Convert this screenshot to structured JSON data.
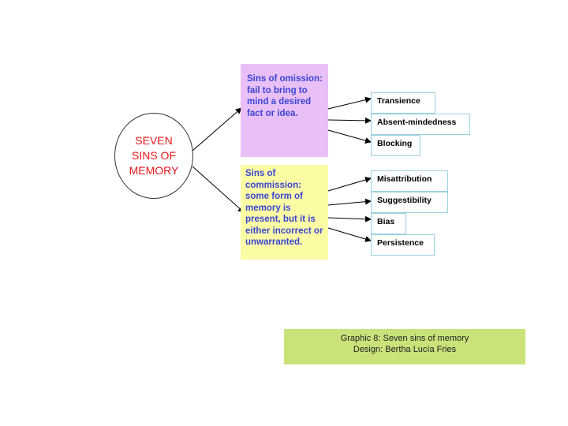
{
  "center": {
    "title": "SEVEN\nSINS OF\nMEMORY",
    "color": "#e8161b"
  },
  "omission": {
    "text": "Sins of omission: fail to bring to mind a desired fact or idea.",
    "color": "#e9bff7",
    "sins": [
      "Transience",
      "Absent-mindedness",
      "Blocking"
    ]
  },
  "commission": {
    "text": "Sins of commission: some form of memory is present, but it is either incorrect or unwarranted.",
    "color": "#fbfca4",
    "sins": [
      "Misattribution",
      "Suggestibility",
      "Bias",
      "Persistence"
    ]
  },
  "caption": {
    "line1": "Graphic 8: Seven sins of memory",
    "line2": "Design: Bertha Lucía Fries",
    "color": "#c9e27a"
  }
}
